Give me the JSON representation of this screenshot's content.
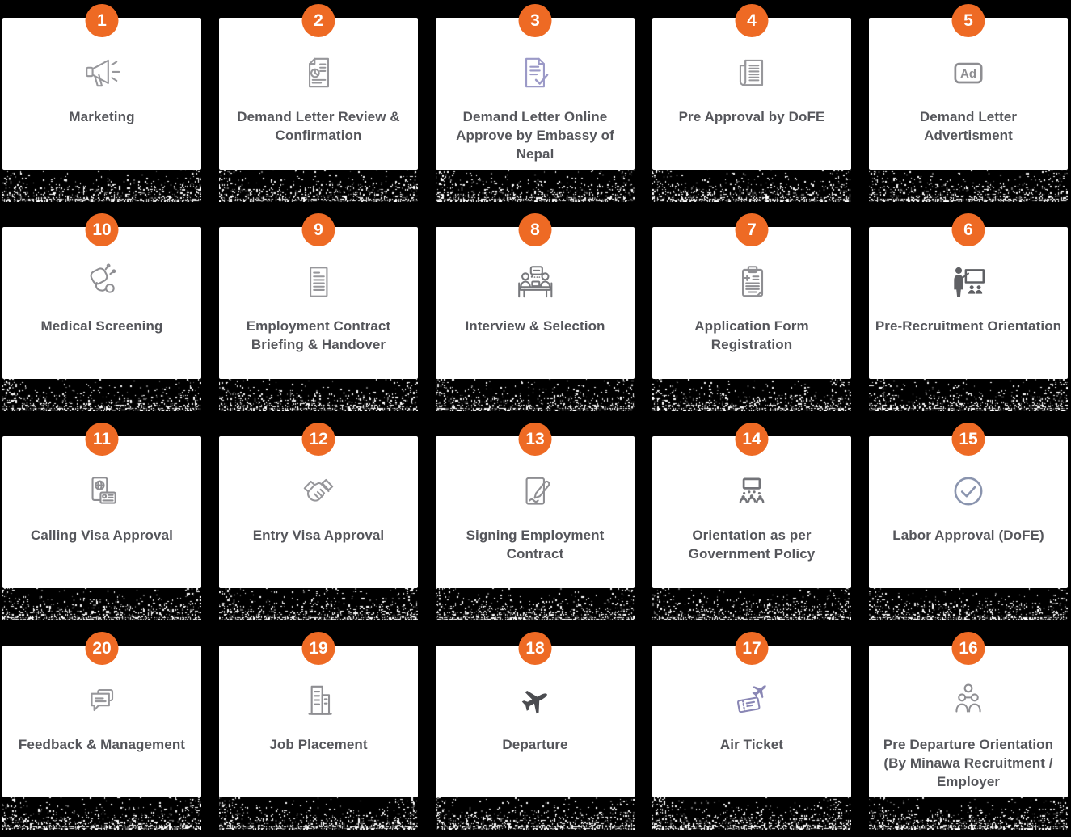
{
  "page": {
    "background": "#000000",
    "card_background": "#FFFFFF"
  },
  "colors": {
    "badge": "#EE6A24",
    "label": "#55565B",
    "badge_text": "#FFFFFF"
  },
  "steps": [
    {
      "number": "1",
      "label": "Marketing",
      "icon": "megaphone-icon",
      "icon_color": "#97979B"
    },
    {
      "number": "2",
      "label": "Demand Letter Review & Confirmation",
      "icon": "document-chart-icon",
      "icon_color": "#97979B"
    },
    {
      "number": "3",
      "label": "Demand Letter Online Approve by Embassy of Nepal",
      "icon": "document-check-icon",
      "icon_color": "#9B99C7"
    },
    {
      "number": "4",
      "label": "Pre Approval by DoFE",
      "icon": "newspaper-icon",
      "icon_color": "#97979B"
    },
    {
      "number": "5",
      "label": "Demand Letter Advertisment",
      "icon": "ad-icon",
      "icon_color": "#8E8E92"
    },
    {
      "number": "10",
      "label": "Medical Screening",
      "icon": "stethoscope-icon",
      "icon_color": "#8E8E92"
    },
    {
      "number": "9",
      "label": "Employment Contract Briefing & Handover",
      "icon": "contract-document-icon",
      "icon_color": "#97979B"
    },
    {
      "number": "8",
      "label": "Interview & Selection",
      "icon": "interview-icon",
      "icon_color": "#77787C"
    },
    {
      "number": "7",
      "label": "Application Form Registration",
      "icon": "clipboard-form-icon",
      "icon_color": "#8E8E92"
    },
    {
      "number": "6",
      "label": "Pre-Recruitment Orientation",
      "icon": "presentation-icon",
      "icon_color": "#5F6064"
    },
    {
      "number": "11",
      "label": "Calling Visa Approval",
      "icon": "passport-id-icon",
      "icon_color": "#8E8E92"
    },
    {
      "number": "12",
      "label": "Entry Visa Approval",
      "icon": "handshake-icon",
      "icon_color": "#97979B"
    },
    {
      "number": "13",
      "label": "Signing Employment Contract",
      "icon": "signing-contract-icon",
      "icon_color": "#8E8E92"
    },
    {
      "number": "14",
      "label": "Orientation as per Government Policy",
      "icon": "projector-audience-icon",
      "icon_color": "#737479"
    },
    {
      "number": "15",
      "label": "Labor Approval (DoFE)",
      "icon": "check-circle-icon",
      "icon_color": "#8A94AE"
    },
    {
      "number": "20",
      "label": "Feedback & Management",
      "icon": "feedback-chat-icon",
      "icon_color": "#97979B"
    },
    {
      "number": "19",
      "label": "Job Placement",
      "icon": "building-icon",
      "icon_color": "#8E8E92"
    },
    {
      "number": "18",
      "label": "Departure",
      "icon": "airplane-icon",
      "icon_color": "#4B4C50"
    },
    {
      "number": "17",
      "label": "Air Ticket",
      "icon": "air-ticket-icon",
      "icon_color": "#8A87B5"
    },
    {
      "number": "16",
      "label": "Pre Departure Orientation (By Minawa Recruitment / Employer",
      "icon": "group-orgchart-icon",
      "icon_color": "#8E8E92"
    }
  ]
}
